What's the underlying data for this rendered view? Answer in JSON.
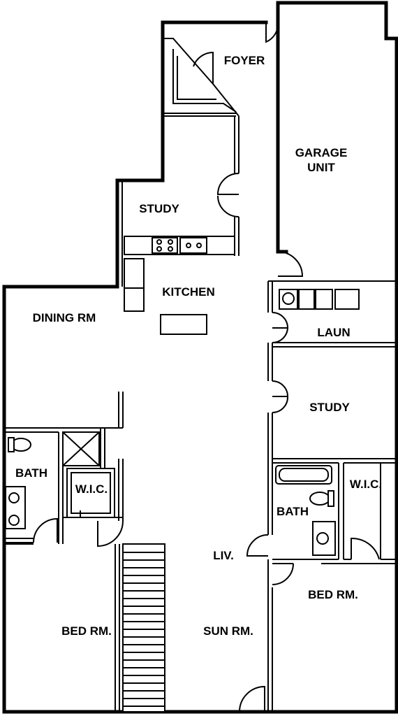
{
  "rooms": {
    "foyer": "FOYER",
    "garage_line1": "GARAGE",
    "garage_line2": "UNIT",
    "study_upper": "STUDY",
    "kitchen": "KITCHEN",
    "dining": "DINING RM",
    "laundry": "LAUN",
    "study_right": "STUDY",
    "bath_left": "BATH",
    "wic_left": "W.I.C.",
    "wic_right": "W.I.C.",
    "bath_right": "BATH",
    "living": "LIV.",
    "bed_right": "BED RM.",
    "bed_left": "BED RM.",
    "sun": "SUN RM."
  }
}
